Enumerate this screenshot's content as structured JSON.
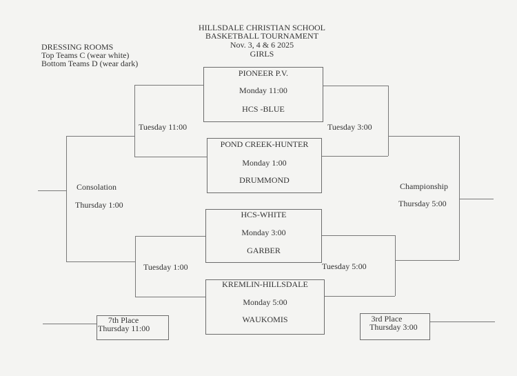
{
  "header": {
    "school": "HILLSDALE CHRISTIAN SCHOOL",
    "event": "BASKETBALL TOURNAMENT",
    "dates": "Nov. 3, 4 & 6  2025",
    "division": "GIRLS"
  },
  "dressing": {
    "title": "DRESSING ROOMS",
    "top": "Top Teams C (wear white)",
    "bottom": "Bottom Teams D (wear dark)"
  },
  "games": [
    {
      "team1": "PIONEER P.V.",
      "time": "Monday  11:00",
      "team2": "HCS -BLUE"
    },
    {
      "team1": "POND CREEK-HUNTER",
      "time": "Monday  1:00",
      "team2": "DRUMMOND"
    },
    {
      "team1": "HCS-WHITE",
      "time": "Monday   3:00",
      "team2": "GARBER"
    },
    {
      "team1": "KREMLIN-HILLSDALE",
      "time": "Monday  5:00",
      "team2": "WAUKOMIS"
    }
  ],
  "second_round": {
    "top_left": "Tuesday  11:00",
    "top_right": "Tuesday   3:00",
    "bottom_left": "Tuesday   1:00",
    "bottom_right": "Tuesday   5:00"
  },
  "consolation": {
    "label": "Consolation",
    "time": "Thursday  1:00"
  },
  "championship": {
    "label": "Championship",
    "time": "Thursday   5:00"
  },
  "seventh": {
    "label": "7th Place",
    "time": "Thursday   11:00"
  },
  "third": {
    "label": "3rd Place",
    "time": "Thursday   3:00"
  }
}
